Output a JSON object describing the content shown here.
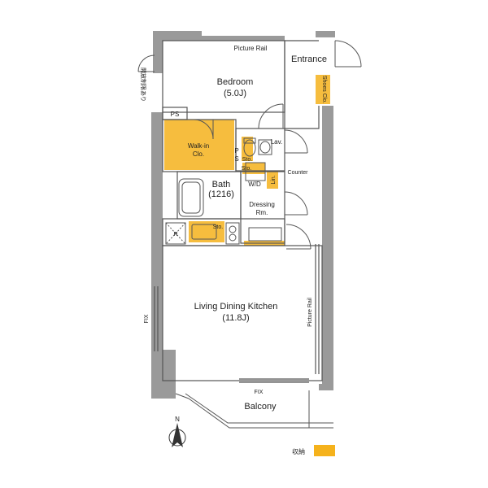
{
  "rooms": {
    "bedroom": {
      "name": "Bedroom",
      "size": "(5.0J)"
    },
    "entrance": {
      "name": "Entrance"
    },
    "walkin": {
      "line1": "Walk-in",
      "line2": "Clo."
    },
    "bath": {
      "name": "Bath",
      "size": "(1216)"
    },
    "dressing": {
      "line1": "Dressing",
      "line2": "Rm."
    },
    "ldk": {
      "name": "Living Dining Kitchen",
      "size": "(11.8J)"
    },
    "balcony": {
      "name": "Balcony"
    }
  },
  "labels": {
    "picture_rail_top": "Picture Rail",
    "picture_rail_right": "Picture Rail",
    "ps_top": "PS",
    "ps_side_p": "P",
    "ps_side_s": "S",
    "lav": "Lav.",
    "sto_1": "Sto.",
    "sto_2": "Sto.",
    "sto_3": "Sto.",
    "counter": "Counter",
    "wd": "W/D",
    "lin": "Lin.",
    "shoes_clo": "Shoes Clo.",
    "fix_left": "FIX",
    "fix_bottom": "FIX",
    "refrigerator": "R",
    "side_note": "開放制限あり",
    "compass_n": "N",
    "legend_label": "収納"
  },
  "colors": {
    "storage": "#F5B21C",
    "storage_light": "#F8C55A",
    "wall": "#9A9A9A",
    "line": "#555555"
  }
}
